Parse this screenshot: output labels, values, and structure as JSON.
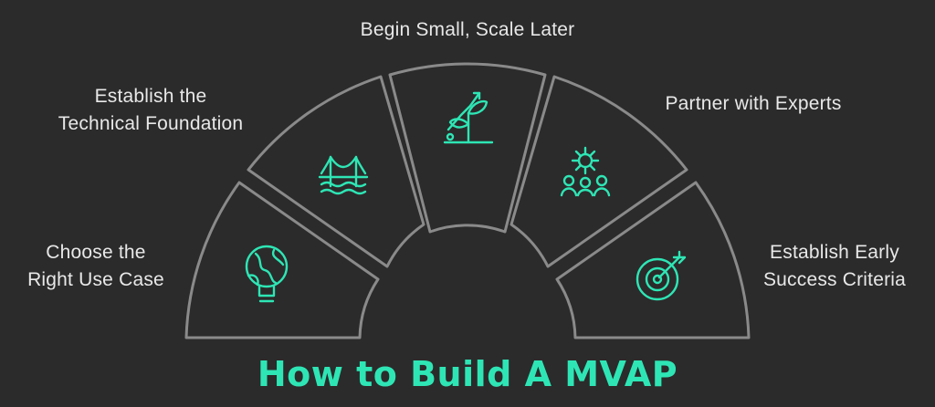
{
  "diagram": {
    "title": "How to Build A MVAP",
    "accent_color": "#2ee6b5",
    "segment_stroke": "#8a8a8a",
    "segments": [
      {
        "label_line1": "Choose the",
        "label_line2": "Right Use Case",
        "icon": "lightbulb-globe-icon"
      },
      {
        "label_line1": "Establish the",
        "label_line2": "Technical Foundation",
        "icon": "bridge-icon"
      },
      {
        "label_line1": "Begin Small, Scale Later",
        "label_line2": "",
        "icon": "growth-plant-icon"
      },
      {
        "label_line1": "Partner with Experts",
        "label_line2": "",
        "icon": "team-network-icon"
      },
      {
        "label_line1": "Establish Early",
        "label_line2": "Success Criteria",
        "icon": "target-arrow-icon"
      }
    ]
  }
}
